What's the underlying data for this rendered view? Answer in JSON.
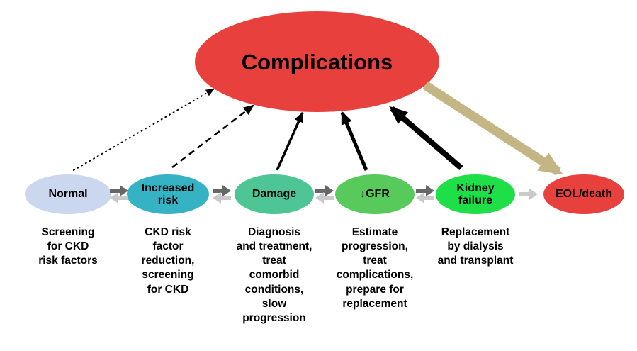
{
  "diagram": {
    "complications": {
      "label": "Complications",
      "color": "#e8403c"
    },
    "stages": [
      {
        "id": "normal",
        "label": "Normal",
        "color": "#cbd7ee",
        "caption": "Screening\nfor CKD\nrisk factors"
      },
      {
        "id": "increased-risk",
        "label": "Increased\nrisk",
        "color": "#35b3c4",
        "caption": "CKD risk\nfactor\nreduction,\nscreening\nfor CKD"
      },
      {
        "id": "damage",
        "label": "Damage",
        "color": "#4ec594",
        "caption": "Diagnosis\nand treatment,\ntreat\ncomorbid\nconditions,\nslow\nprogression"
      },
      {
        "id": "gfr",
        "label": "↓GFR",
        "color": "#57ca5b",
        "caption": "Estimate\nprogression,\ntreat\ncomplications,\nprepare for\nreplacement"
      },
      {
        "id": "kidney-failure",
        "label": "Kidney\nfailure",
        "color": "#1fdf48",
        "caption": "Replacement\nby dialysis\nand transplant"
      },
      {
        "id": "eol-death",
        "label": "EOL/death",
        "color": "#e8403c"
      }
    ],
    "arrows": [
      {
        "from": "normal",
        "to": "complications",
        "style": "dotted"
      },
      {
        "from": "increased-risk",
        "to": "complications",
        "style": "dashed"
      },
      {
        "from": "damage",
        "to": "complications",
        "style": "solid-thin"
      },
      {
        "from": "gfr",
        "to": "complications",
        "style": "solid-medium"
      },
      {
        "from": "kidney-failure",
        "to": "complications",
        "style": "solid-thick"
      },
      {
        "from": "complications",
        "to": "eol-death",
        "style": "solid-tan-thick"
      }
    ],
    "connectors": [
      {
        "between": [
          "normal",
          "increased-risk"
        ],
        "direction": "both"
      },
      {
        "between": [
          "increased-risk",
          "damage"
        ],
        "direction": "both"
      },
      {
        "between": [
          "damage",
          "gfr"
        ],
        "direction": "both"
      },
      {
        "between": [
          "gfr",
          "kidney-failure"
        ],
        "direction": "both"
      },
      {
        "between": [
          "kidney-failure",
          "eol-death"
        ],
        "direction": "right"
      }
    ],
    "colors": {
      "red": "#e8403c",
      "tan_arrow": "#c4b584",
      "black_arrow": "#000000",
      "connector_dark": "#676767",
      "connector_light": "#c9c9c9"
    }
  }
}
